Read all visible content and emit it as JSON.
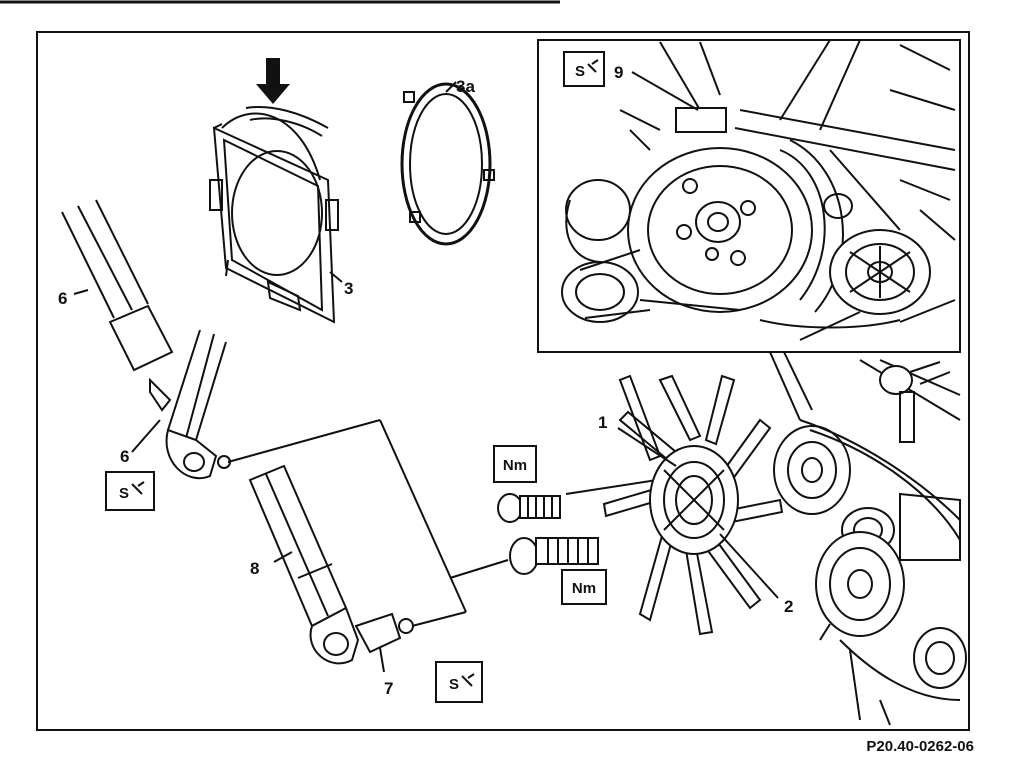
{
  "figure": {
    "code": "P20.40-0262-06",
    "labels": {
      "fan": "1",
      "coupling": "2",
      "shroud": "3",
      "ring": "3a",
      "bracket": "6",
      "rod_upper": "6",
      "tensioner": "7",
      "rod_lower": "8",
      "pump": "9"
    },
    "symbols": {
      "torque_upper": "Nm",
      "torque_lower": "Nm",
      "tool_left": "S",
      "tool_bottom": "S",
      "tool_inset": "S"
    }
  }
}
